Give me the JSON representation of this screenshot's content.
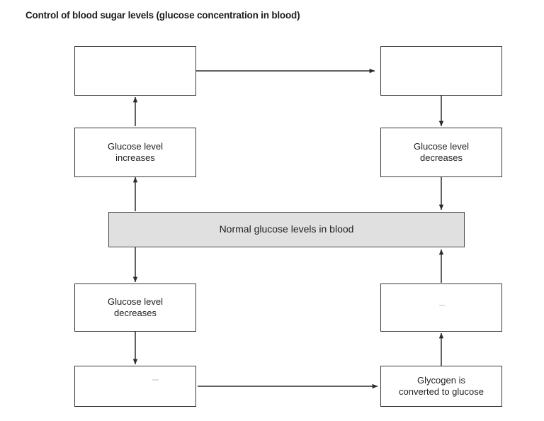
{
  "title": "Control of blood sugar levels (glucose concentration in blood)",
  "diagram": {
    "type": "flowchart",
    "central_band": {
      "name": "normal-glucose-band",
      "label": "Normal glucose levels in blood",
      "fill_color": "#e0e0e0",
      "border_color": "#4a4a4a"
    },
    "nodes": [
      {
        "id": "top-left",
        "label": "",
        "empty": true,
        "column": "left",
        "row": 1
      },
      {
        "id": "top-right",
        "label": "",
        "empty": true,
        "column": "right",
        "row": 1
      },
      {
        "id": "mid-upper-left",
        "label": "Glucose level\nincreases",
        "empty": false,
        "column": "left",
        "row": 2
      },
      {
        "id": "mid-upper-right",
        "label": "Glucose level\ndecreases",
        "empty": false,
        "column": "right",
        "row": 2
      },
      {
        "id": "mid-lower-left",
        "label": "Glucose level\ndecreases",
        "empty": false,
        "column": "left",
        "row": 4
      },
      {
        "id": "mid-lower-right",
        "label": "",
        "empty": true,
        "column": "right",
        "row": 4
      },
      {
        "id": "bottom-left",
        "label": "",
        "empty": true,
        "column": "left",
        "row": 5
      },
      {
        "id": "bottom-right",
        "label": "Glycogen is\nconverted to glucose",
        "empty": false,
        "column": "right",
        "row": 5
      }
    ],
    "arrows": [
      {
        "id": "arrow-top-left-to-top-right",
        "from": "top-left",
        "to": "top-right",
        "direction": "right"
      },
      {
        "id": "arrow-top-right-to-mid-upper-right",
        "from": "top-right",
        "to": "mid-upper-right",
        "direction": "down"
      },
      {
        "id": "arrow-mid-upper-right-to-band",
        "from": "mid-upper-right",
        "to": "normal-band",
        "direction": "down"
      },
      {
        "id": "arrow-mid-upper-left-to-top-left",
        "from": "mid-upper-left",
        "to": "top-left",
        "direction": "up"
      },
      {
        "id": "arrow-band-to-mid-upper-left",
        "from": "normal-band",
        "to": "mid-upper-left",
        "direction": "up"
      },
      {
        "id": "arrow-band-to-mid-lower-left",
        "from": "normal-band",
        "to": "mid-lower-left",
        "direction": "down"
      },
      {
        "id": "arrow-mid-lower-left-to-bottom-left",
        "from": "mid-lower-left",
        "to": "bottom-left",
        "direction": "down"
      },
      {
        "id": "arrow-bottom-left-to-bottom-right",
        "from": "bottom-left",
        "to": "bottom-right",
        "direction": "right"
      },
      {
        "id": "arrow-bottom-right-to-mid-lower-right",
        "from": "bottom-right",
        "to": "mid-lower-right",
        "direction": "up"
      },
      {
        "id": "arrow-mid-lower-right-to-band",
        "from": "mid-lower-right",
        "to": "normal-band",
        "direction": "up"
      }
    ]
  },
  "colors": {
    "band_fill": "#e0e0e0",
    "box_border": "#3a3a3a",
    "arrow": "#2b2b2b",
    "text": "#1f1f1f",
    "background": "#ffffff"
  }
}
